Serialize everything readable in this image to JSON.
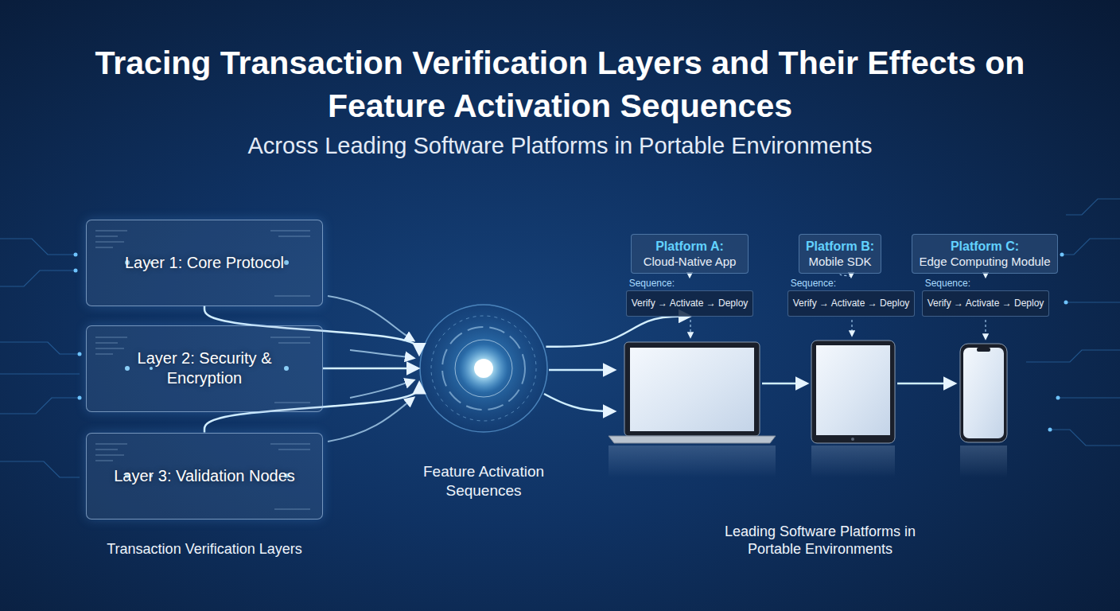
{
  "diagram": {
    "title": "Tracing Transaction Verification Layers and Their Effects on Feature Activation Sequences",
    "nodes": [
      {
        "text": [
          "Layer 1: Core Protocol"
        ]
      },
      {
        "text": [
          "Layer 2: Security & Encryption"
        ]
      },
      {
        "text": [
          "Layer 3: Validation Nodes"
        ]
      },
      {
        "text": [
          "Feature Activation Sequences"
        ]
      },
      {
        "text": [
          "Platform A:",
          "Cloud-Native App"
        ]
      },
      {
        "text": [
          "Sequence:",
          "Verify → Activate → Deploy"
        ]
      },
      {
        "text": [
          "Platform B:",
          "Mobile SDK"
        ]
      },
      {
        "text": [
          "Sequence:",
          "Verify → Activate → Deploy"
        ]
      },
      {
        "text": [
          "Platform C:",
          "Edge Computing Module"
        ]
      },
      {
        "text": [
          "Sequence:",
          "Verify → Activate → Deploy"
        ]
      }
    ],
    "edges": [
      {
        "from": 0,
        "to": 3,
        "arrow": "to"
      },
      {
        "from": 1,
        "to": 3,
        "arrow": "to"
      },
      {
        "from": 2,
        "to": 3,
        "arrow": "to"
      },
      {
        "from": 3,
        "to": 5,
        "arrow": "to"
      },
      {
        "from": 4,
        "to": 5,
        "arrow": "to"
      },
      {
        "from": 6,
        "to": 7,
        "arrow": "to"
      },
      {
        "from": 8,
        "to": 9,
        "arrow": "to"
      }
    ],
    "labels": [
      "Across Leading Software Platforms in Portable Environments",
      "Transaction Verification Layers",
      "Leading Software Platforms in Portable Environments"
    ]
  }
}
